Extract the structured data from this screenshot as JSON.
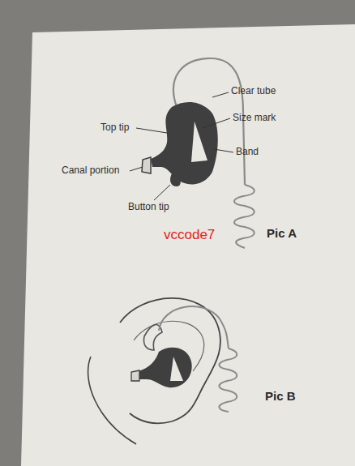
{
  "diagram": {
    "labels": [
      "Clear tube",
      "Size mark",
      "Top tip",
      "Band",
      "Canal portion",
      "Button tip",
      "vccode7",
      "Pic A",
      "Pic B"
    ]
  }
}
